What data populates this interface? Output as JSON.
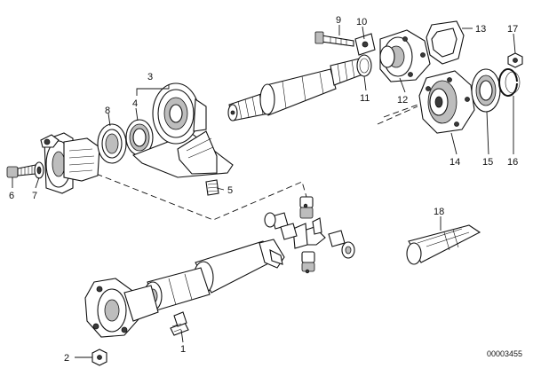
{
  "callouts": [
    {
      "id": "1",
      "label": "1"
    },
    {
      "id": "2",
      "label": "2"
    },
    {
      "id": "3",
      "label": "3"
    },
    {
      "id": "4",
      "label": "4"
    },
    {
      "id": "5",
      "label": "5"
    },
    {
      "id": "6",
      "label": "6"
    },
    {
      "id": "7",
      "label": "7"
    },
    {
      "id": "8",
      "label": "8"
    },
    {
      "id": "9",
      "label": "9"
    },
    {
      "id": "10",
      "label": "10"
    },
    {
      "id": "11",
      "label": "11"
    },
    {
      "id": "12",
      "label": "12"
    },
    {
      "id": "13",
      "label": "13"
    },
    {
      "id": "14",
      "label": "14"
    },
    {
      "id": "15",
      "label": "15"
    },
    {
      "id": "16",
      "label": "16"
    },
    {
      "id": "17",
      "label": "17"
    },
    {
      "id": "18",
      "label": "18"
    }
  ],
  "document_number": "00003455"
}
